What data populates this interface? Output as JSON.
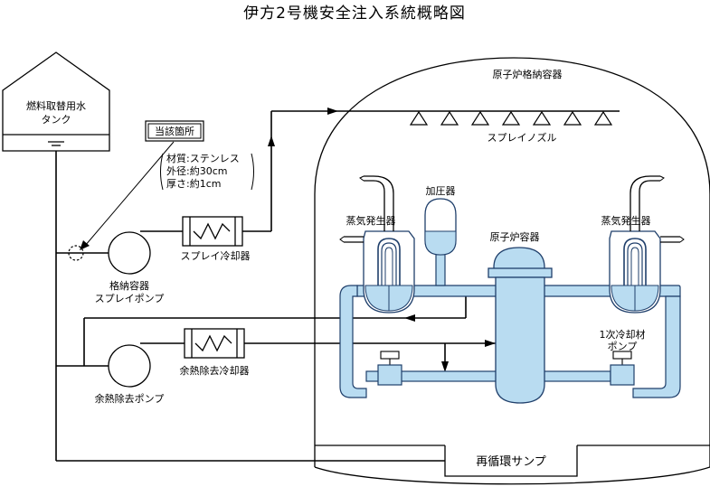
{
  "title": "伊方2号機安全注入系統概略図",
  "colors": {
    "line": "#000000",
    "water": "#b9dcf1",
    "water_stroke": "#1f3f6b"
  },
  "labels": {
    "tank_line1": "燃料取替用水",
    "tank_line2": "タンク",
    "target_box": "当該箇所",
    "spec_material": "材質:ステンレス",
    "spec_diameter": "外径:約30cm",
    "spec_thickness": "厚さ:約1cm",
    "cs_pump_line1": "格納容器",
    "cs_pump_line2": "スプレイポンプ",
    "spray_cooler": "スプレイ冷却器",
    "rhr_cooler": "余熱除去冷却器",
    "rhr_pump": "余熱除去ポンプ",
    "containment": "原子炉格納容器",
    "spray_nozzle": "スプレイノズル",
    "pressurizer": "加圧器",
    "sg_left": "蒸気発生器",
    "sg_right": "蒸気発生器",
    "reactor_vessel": "原子炉容器",
    "rcp_line1": "1次冷却材",
    "rcp_line2": "ポンプ",
    "sump": "再循環サンプ"
  }
}
